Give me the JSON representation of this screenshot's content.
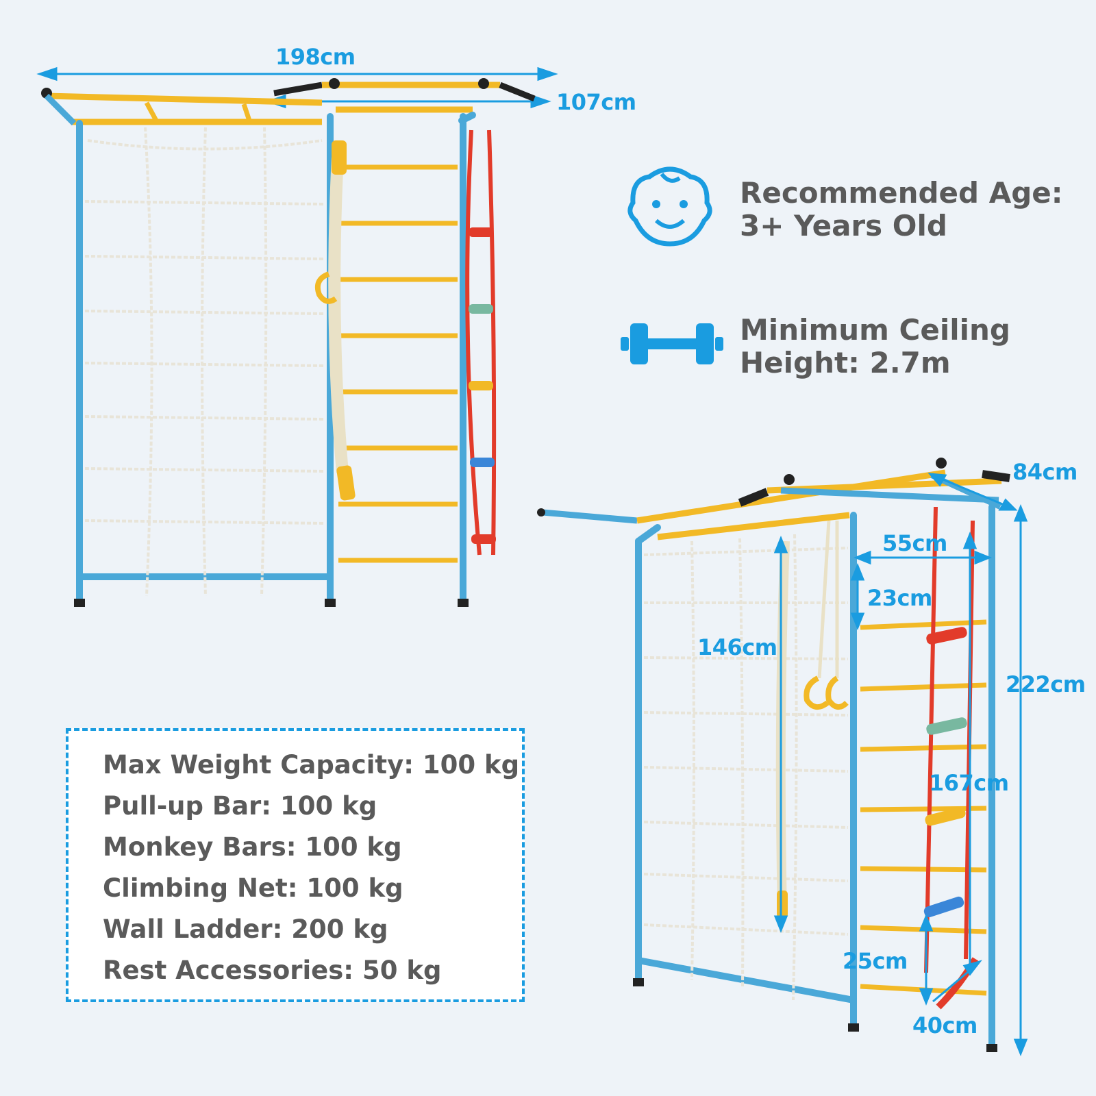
{
  "colors": {
    "accent": "#1a9ce0",
    "frame_blue": "#4aa8d8",
    "bar_yellow": "#f2b926",
    "rope_red": "#e23b2a",
    "text_gray": "#5a5a5a",
    "background": "#eef3f8"
  },
  "front_view": {
    "width_label": "198cm",
    "depth_label": "107cm"
  },
  "side_view": {
    "labels": {
      "depth_top": "84cm",
      "ladder_offset": "55cm",
      "rung_spacing": "23cm",
      "rope_length": "146cm",
      "height": "222cm",
      "rope_ladder_length": "167cm",
      "swing_height": "25cm",
      "swing_width": "40cm"
    }
  },
  "features": [
    {
      "icon": "baby-face-icon",
      "line1": "Recommended Age:",
      "line2": "3+ Years Old"
    },
    {
      "icon": "dumbbell-icon",
      "line1": "Minimum Ceiling",
      "line2": "Height: 2.7m"
    }
  ],
  "specs": [
    "Max Weight Capacity: 100 kg",
    "Pull-up Bar: 100 kg",
    "Monkey Bars: 100 kg",
    "Climbing Net: 100 kg",
    "Wall Ladder: 200 kg",
    "Rest Accessories: 50 kg"
  ]
}
